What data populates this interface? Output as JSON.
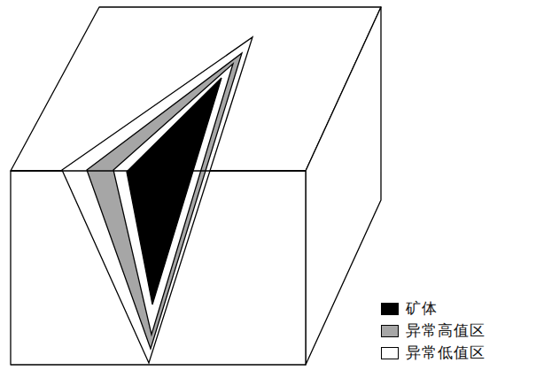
{
  "diagram": {
    "legend": [
      {
        "text": "矿体",
        "color": "#000000"
      },
      {
        "text": "异常高值区",
        "color": "#a6a6a6"
      },
      {
        "text": "异常低值区",
        "color": "#ffffff"
      }
    ]
  }
}
